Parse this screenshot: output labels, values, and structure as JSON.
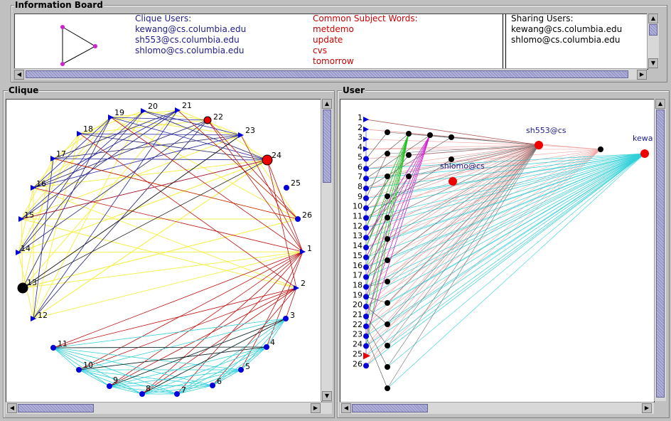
{
  "info_board": {
    "title": "Information Board",
    "clique_users_header": "Clique Users:",
    "clique_users": [
      "kewang@cs.columbia.edu",
      "sh553@cs.columbia.edu",
      "shlomo@cs.columbia.edu"
    ],
    "common_words_header": "Common Subject Words:",
    "common_words": [
      "metdemo",
      "update",
      "cvs",
      "tomorrow"
    ],
    "sharing_users_header": "Sharing Users:",
    "sharing_users": [
      "kewang@cs.columbia.edu",
      "shlomo@cs.columbia.edu"
    ]
  },
  "clique_panel": {
    "title": "Clique",
    "node_labels": [
      "1",
      "2",
      "3",
      "4",
      "5",
      "6",
      "7",
      "8",
      "9",
      "10",
      "11",
      "12",
      "13",
      "14",
      "15",
      "16",
      "17",
      "18",
      "19",
      "20",
      "21",
      "22",
      "23",
      "24",
      "25",
      "26"
    ]
  },
  "user_panel": {
    "title": "User",
    "row_labels": [
      "1",
      "2",
      "3",
      "4",
      "5",
      "6",
      "7",
      "8",
      "9",
      "10",
      "11",
      "12",
      "13",
      "14",
      "15",
      "16",
      "17",
      "18",
      "19",
      "20",
      "21",
      "22",
      "23",
      "24",
      "25",
      "26"
    ],
    "user_labels": [
      "sh553@cs",
      "shlomo@cs",
      "kewa"
    ]
  },
  "colors": {
    "background": "#c0c0c0",
    "node_blue": "#0000dd",
    "node_red": "#ee0000",
    "edge_yellow": "#f5f050",
    "edge_blue": "#2020a0",
    "edge_red": "#c01010",
    "edge_cyan": "#30d0d8",
    "edge_pink": "#f0a0a0",
    "scroll_thumb": "#9999cc"
  },
  "icons": [
    "triangle-clique-icon",
    "scroll-up-icon",
    "scroll-down-icon",
    "scroll-left-icon",
    "scroll-right-icon"
  ]
}
